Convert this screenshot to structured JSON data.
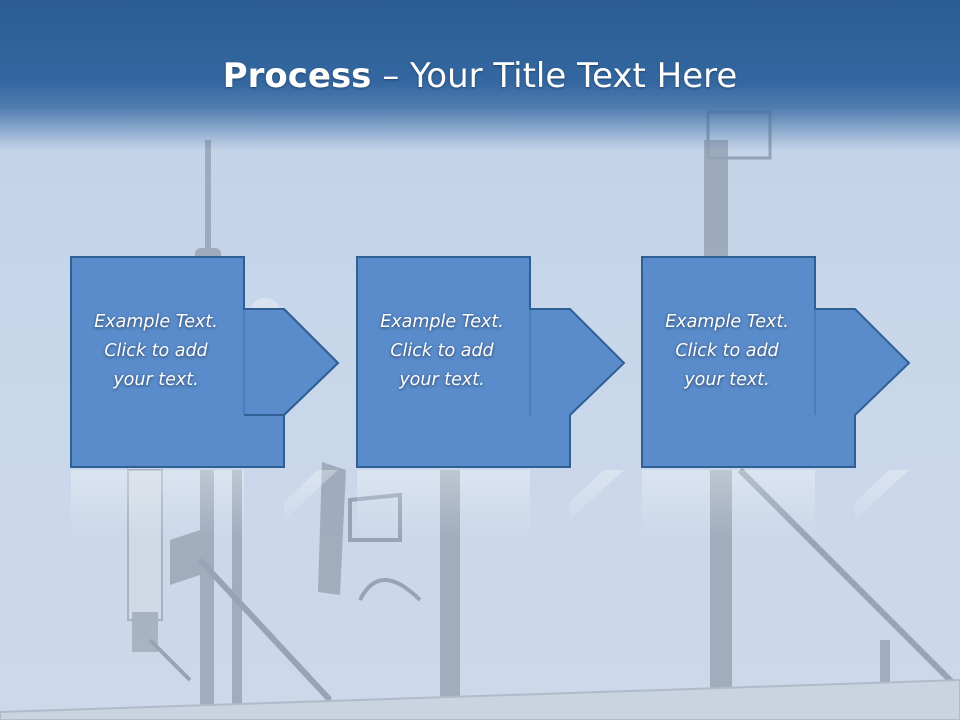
{
  "slide": {
    "title_bold": "Process",
    "title_rest": " – Your Title Text Here"
  },
  "steps": [
    {
      "line1": "Example Text.",
      "line2": "Click  to add",
      "line3": "your text."
    },
    {
      "line1": "Example Text.",
      "line2": "Click  to add",
      "line3": "your text."
    },
    {
      "line1": "Example Text.",
      "line2": "Click  to add",
      "line3": "your text."
    }
  ],
  "colors": {
    "header": "#2b5d92",
    "box_fill": "#5a8ccb",
    "box_stroke": "#2f5f93",
    "text": "#ffffff"
  }
}
